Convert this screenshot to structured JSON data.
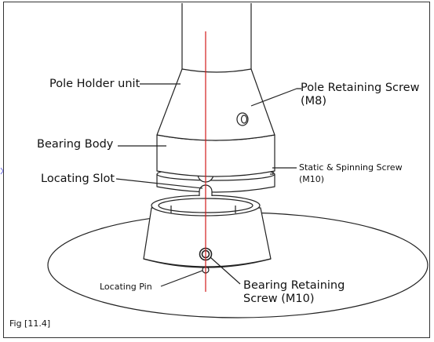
{
  "labels": {
    "pole_holder_unit": "Pole Holder unit",
    "pole_retaining_screw_line1": "Pole Retaining Screw",
    "pole_retaining_screw_line2": "(M8)",
    "bearing_body": "Bearing Body",
    "static_spinning_screw_line1": "Static & Spinning Screw",
    "static_spinning_screw_line2": "(M10)",
    "locating_slot": "Locating Slot",
    "locating_pin": "Locating Pin",
    "bearing_retaining_screw_line1": "Bearing Retaining",
    "bearing_retaining_screw_line2": "Screw (M10)"
  },
  "figure_caption": "Fig [11.4]",
  "colors": {
    "line": "#222222",
    "axis": "#d11a1a",
    "background": "#ffffff"
  }
}
